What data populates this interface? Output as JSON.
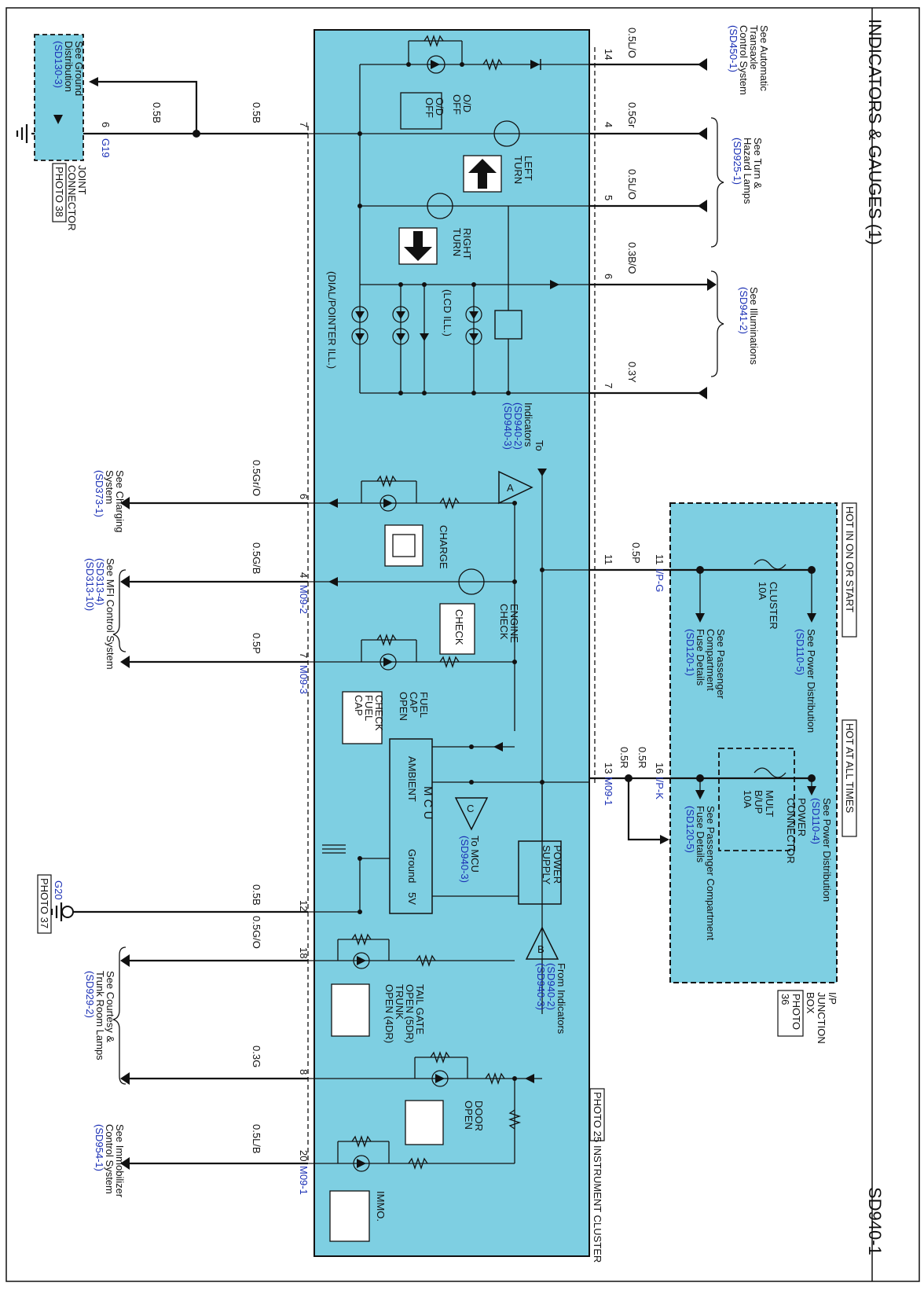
{
  "page": {
    "title": "INDICATORS & GAUGES (1)",
    "code": "SD940-1"
  },
  "cluster": {
    "name": "INSTRUMENT CLUSTER",
    "photo": "PHOTO 25"
  },
  "junction_box": {
    "name_line1": "I/P",
    "name_line2": "JUNCTION",
    "name_line3": "BOX",
    "photo_line1": "PHOTO",
    "photo_line2": "36",
    "hot_on": "HOT IN ON OR START",
    "hot_all": "HOT AT ALL TIMES",
    "fuse1_name": "CLUSTER",
    "fuse1_rating": "10A",
    "fuse2_line1": "MULT",
    "fuse2_line2": "B/UP",
    "fuse2_rating": "10A",
    "power_conn_line1": "POWER",
    "power_conn_line2": "CONNECTOR",
    "see_power_dist": "See Power Distribution",
    "ref_sd110_5": "(SD110-5)",
    "ref_sd110_4": "(SD110-4)",
    "see_pass_fuse_1": "See Passenger",
    "see_pass_fuse_2": "Compartment",
    "see_pass_fuse_3": "Fuse Details",
    "ref_sd120_1": "(SD120-1)",
    "see_pass_fuse_b1": "See Passenger Compartment",
    "see_pass_fuse_b2": "Fuse Details",
    "ref_sd120_5": "(SD120-5)",
    "conn_ipg": "I/P-G",
    "conn_ipk": "I/P-K"
  },
  "ground": {
    "see1": "See Ground",
    "see2": "Distribution",
    "ref": "(SD130-3)",
    "g19": "G19",
    "joint1": "JOINT",
    "joint2": "CONNECTOR",
    "photo38": "PHOTO 38",
    "g20": "G20",
    "photo37": "PHOTO 37"
  },
  "top_refs": {
    "auto1": "See Automatic",
    "auto2": "Transaxle",
    "auto3": "Control System",
    "auto_ref": "(SD450-1)",
    "turn1": "See Turn &",
    "turn2": "Hazard Lamps",
    "turn_ref": "(SD925-1)",
    "illum1": "See Illuminations",
    "illum_ref": "(SD941-2)"
  },
  "bottom_refs": {
    "charge1": "See Charging",
    "charge2": "System",
    "charge_ref": "(SD373-1)",
    "mfi1": "See MFI Control System",
    "mfi_ref1": "(SD313-4)",
    "mfi_ref2": "(SD313-10)",
    "court1": "See Courtesy &",
    "court2": "Trunk Room Lamps",
    "court_ref": "(SD929-2)",
    "immo1": "See Immobilizer",
    "immo2": "Control System",
    "immo_ref": "(SD954-1)"
  },
  "top_pins": [
    {
      "pin": "14",
      "wire": "0.5L/O"
    },
    {
      "pin": "4",
      "wire": "0.5Gr"
    },
    {
      "pin": "5",
      "wire": "0.5L/O"
    },
    {
      "pin": "6",
      "wire": "0.3B/O"
    },
    {
      "pin": "7",
      "wire": "0.3Y"
    },
    {
      "pin": "11",
      "wire": "0.5P"
    },
    {
      "pin": "13",
      "wire": "0.5R"
    },
    {
      "pin": "16",
      "wire": "0.5R"
    },
    {
      "pin": "11",
      "wire": ""
    }
  ],
  "bottom_pins": [
    {
      "pin": "7",
      "wire": "0.5B",
      "conn": ""
    },
    {
      "pin": "6",
      "wire": "0.5Gr/O",
      "conn": ""
    },
    {
      "pin": "4",
      "wire": "0.5G/B",
      "conn": "M09-2"
    },
    {
      "pin": "7",
      "wire": "0.5P",
      "conn": "M09-3"
    },
    {
      "pin": "12",
      "wire": "0.5B",
      "conn": ""
    },
    {
      "pin": "18",
      "wire": "0.5G/O",
      "conn": ""
    },
    {
      "pin": "8",
      "wire": "0.3G",
      "conn": ""
    },
    {
      "pin": "20",
      "wire": "0.5L/B",
      "conn": "M09-1"
    }
  ],
  "ground_wire": {
    "pin": "6",
    "wire": "0.5B"
  },
  "conn_m091_top": "M09-1",
  "labels": {
    "od1": "O/D",
    "od2": "OFF",
    "left1": "LEFT",
    "left2": "TURN",
    "right1": "RIGHT",
    "right2": "TURN",
    "lcd": "(LCD ILL.)",
    "dial": "(DIAL/POINTER ILL.)",
    "to": "To",
    "indicators": "Indicators",
    "ref_940_2": "(SD940-2)",
    "ref_940_3": "(SD940-3)",
    "charge": "CHARGE",
    "engine1": "ENGINE",
    "engine2": "CHECK",
    "check": "CHECK",
    "fuel1": "FUEL",
    "fuel2": "CAP",
    "fuel3": "OPEN",
    "fuelbox1": "CHECK",
    "fuelbox2": "FUEL",
    "fuelbox3": "CAP",
    "mcu": "M C U",
    "ambient": "AMBIENT",
    "ground_lbl": "Ground",
    "v5": "5V",
    "tomcu1": "To MCU",
    "tomcu_ref": "(SD940-3)",
    "psu1": "POWER",
    "psu2": "SUPPLY",
    "from1": "From Indicators",
    "tail1": "TAIL GATE",
    "tail2": "OPEN (5DR)",
    "tail3": "TRUNK",
    "tail4": "OPEN (4DR)",
    "door1": "DOOR",
    "door2": "OPEN",
    "immo": "IMMO.",
    "tri_a": "A",
    "tri_b": "B",
    "tri_c": "C"
  },
  "colors": {
    "cluster_fill": "#7ecfe2",
    "box_fill": "#7ecfe2",
    "ref_blue": "#1a2fb4"
  }
}
